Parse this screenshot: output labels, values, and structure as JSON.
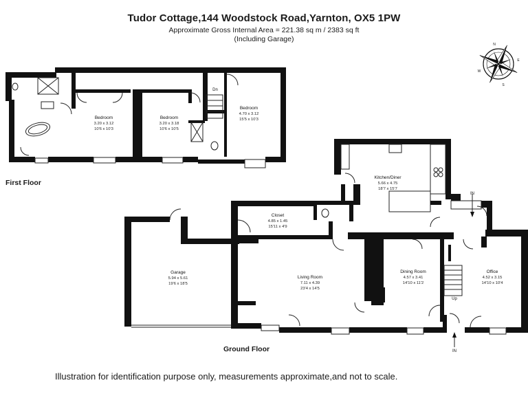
{
  "header": {
    "title": "Tudor Cottage,144 Woodstock Road,Yarnton, OX5 1PW",
    "area": "Approximate Gross Internal Area = 221.38 sq m / 2383 sq ft",
    "note": "(Including Garage)"
  },
  "floors": {
    "first": "First Floor",
    "ground": "Ground Floor"
  },
  "rooms": {
    "bed1": {
      "name": "Bedroom",
      "dim1": "3.20 x 3.12",
      "dim2": "10'6 x 10'3"
    },
    "bed2": {
      "name": "Bedroom",
      "dim1": "3.20 x 3.18",
      "dim2": "10'6 x 10'5"
    },
    "bed3": {
      "name": "Bedroom",
      "dim1": "4.70 x 3.12",
      "dim2": "15'5 x 10'3"
    },
    "kitchen": {
      "name": "Kitchen/Diner",
      "dim1": "5.66 x 4.75",
      "dim2": "18'7 x 15'7"
    },
    "closet": {
      "name": "Closet",
      "dim1": "4.85 x 1.45",
      "dim2": "15'11 x 4'9"
    },
    "garage": {
      "name": "Garage",
      "dim1": "5.94 x 5.61",
      "dim2": "19'6 x 18'5"
    },
    "living": {
      "name": "Living Room",
      "dim1": "7.11 x 4.39",
      "dim2": "23'4 x 14'5"
    },
    "dining": {
      "name": "Dining Room",
      "dim1": "4.57 x 3.41",
      "dim2": "14'10 x 11'2"
    },
    "office": {
      "name": "Office",
      "dim1": "4.52 x 3.15",
      "dim2": "14'10 x 10'4"
    }
  },
  "marks": {
    "dn": "Dn",
    "up": "Up",
    "in_side": "IN",
    "in_front": "IN"
  },
  "compass": {
    "n": "N",
    "s": "S",
    "e": "E",
    "w": "W"
  },
  "footer": "Illustration for identification purpose only, measurements approximate,and not to scale."
}
